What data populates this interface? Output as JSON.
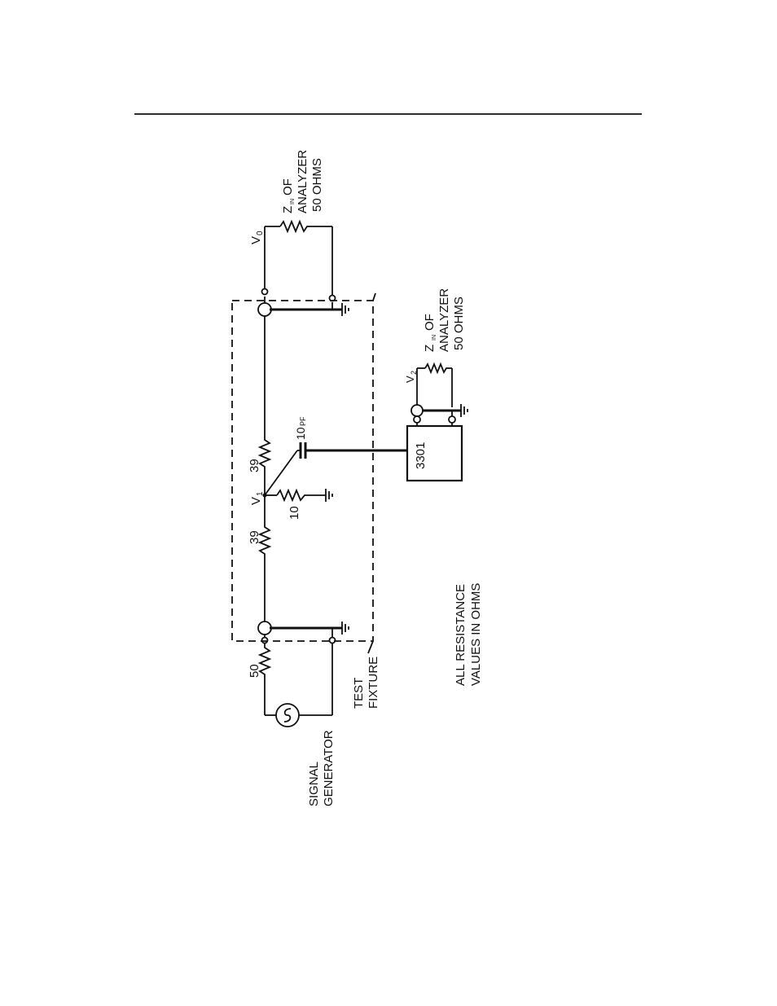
{
  "labels": {
    "signal_generator": [
      "SIGNAL",
      "GENERATOR"
    ],
    "test_fixture": [
      "TEST",
      "FIXTURE"
    ],
    "note": [
      "ALL RESISTANCE",
      "VALUES IN OHMS"
    ],
    "r_source": "50",
    "r_series_1": "39",
    "r_series_2": "39",
    "r_shunt": "10",
    "capacitor": "10",
    "capacitor_unit": "PF",
    "v1": "V",
    "v1_sub": "1",
    "v0": "V",
    "v0_sub": "0",
    "v2": "V",
    "v2_sub": "2",
    "device": "3301",
    "analyzer_top": {
      "z": "Z",
      "z_sub": "IN",
      "of": "OF",
      "line2": "ANALYZER",
      "line3": "50 OHMS"
    },
    "analyzer_bottom": {
      "z": "Z",
      "z_sub": "IN",
      "of": "OF",
      "line2": "ANALYZER",
      "line3": "50 OHMS"
    }
  }
}
